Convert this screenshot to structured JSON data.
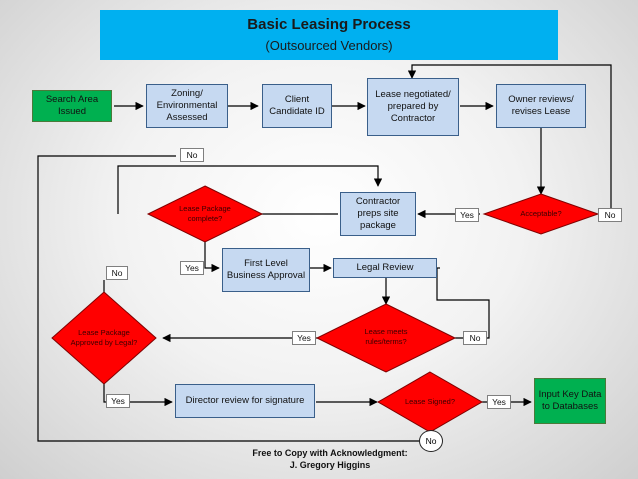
{
  "header": {
    "title": "Basic  Leasing Process",
    "subtitle": "(Outsourced Vendors)"
  },
  "boxes": {
    "search_area": "Search Area Issued",
    "zoning": "Zoning/ Environmental Assessed",
    "client_candidate": "Client Candidate ID",
    "lease_negotiated": "Lease negotiated/ prepared by Contractor",
    "owner_reviews": "Owner reviews/ revises Lease",
    "contractor_preps": "Contractor preps site package",
    "first_level": "First Level Business Approval",
    "legal_review": "Legal Review",
    "director_review": "Director review for signature",
    "input_key_data": "Input Key Data to Databases"
  },
  "decisions": {
    "acceptable": "Acceptable?",
    "package_complete": "Lease Package complete?",
    "meets_rules": "Lease meets rules/terms?",
    "package_approved": "Lease Package Approved by Legal?",
    "signed": "Lease Signed?"
  },
  "labels": {
    "no": "No",
    "yes": "Yes"
  },
  "footer": {
    "line1": "Free to Copy with Acknowledgment:",
    "line2": "J. Gregory Higgins"
  },
  "colors": {
    "header_bg": "#00b0f0",
    "process_box": "#c6d9f1",
    "start_end_box": "#00b050",
    "decision": "#ff0000"
  }
}
